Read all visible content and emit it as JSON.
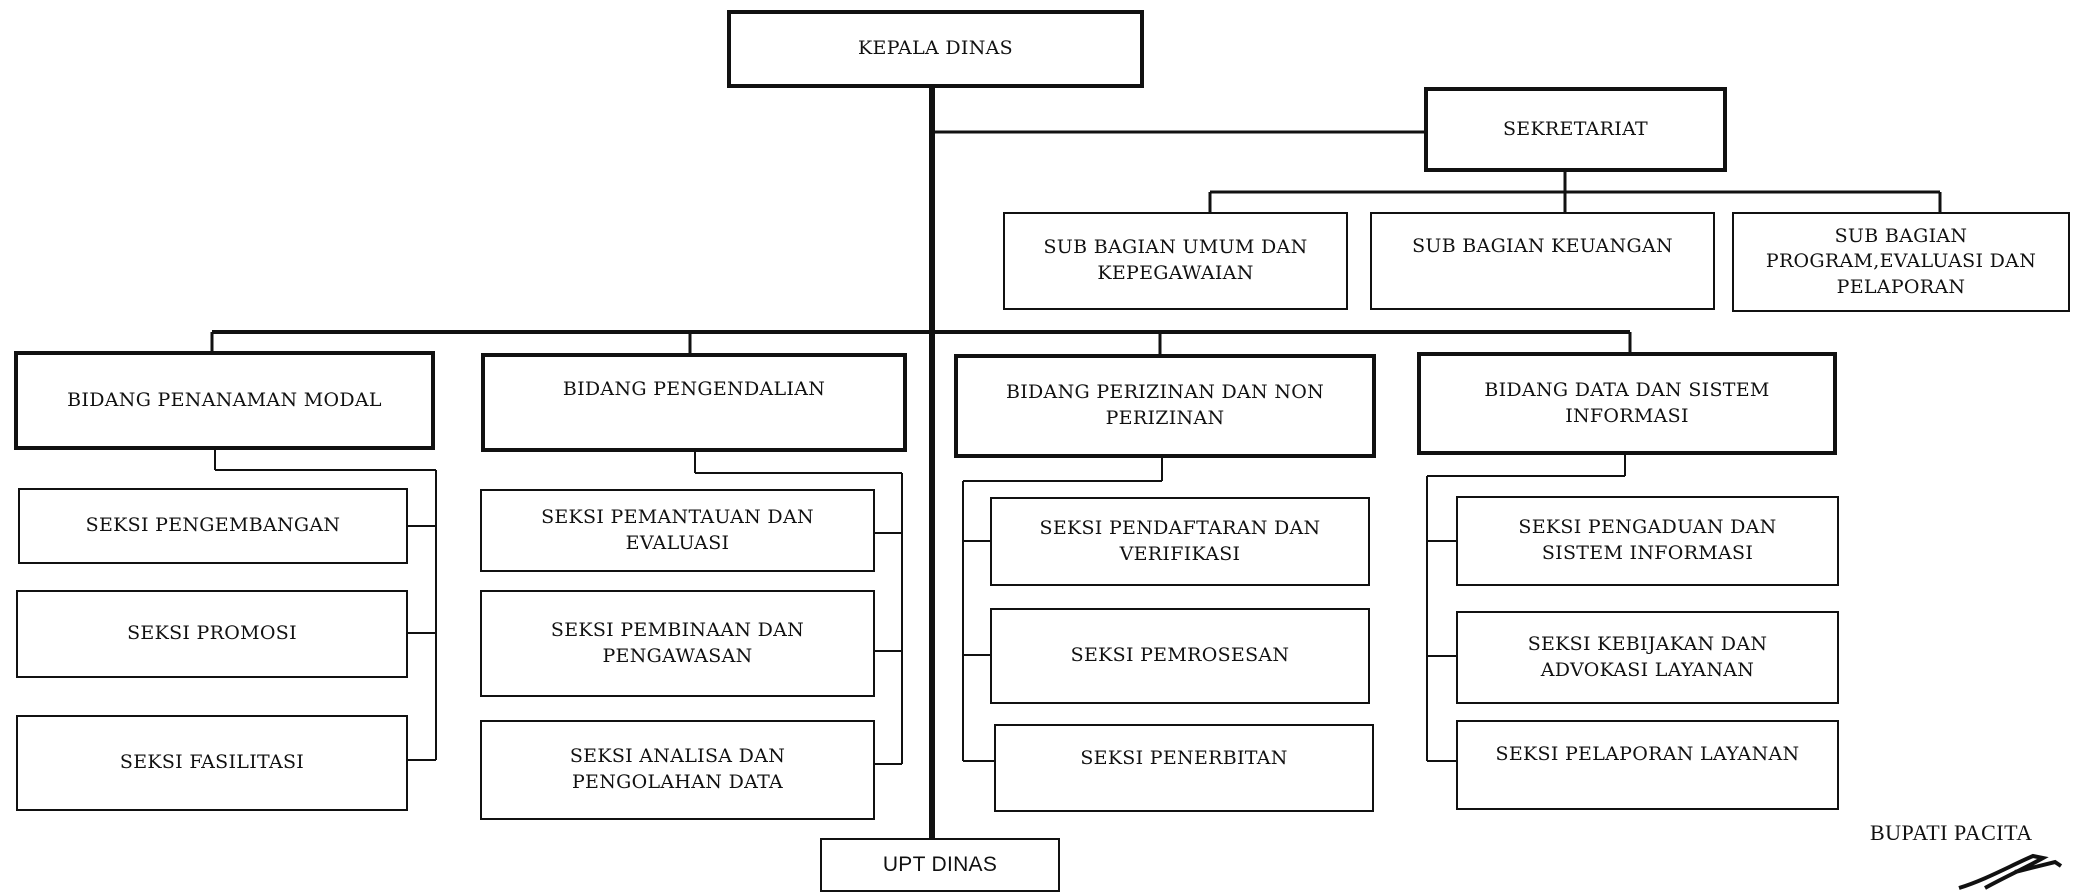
{
  "chart": {
    "head": "KEPALA DINAS",
    "secretariat": {
      "title": "SEKRETARIAT",
      "sub": [
        "SUB BAGIAN UMUM DAN\nKEPEGAWAIAN",
        "SUB BAGIAN KEUANGAN",
        "SUB BAGIAN\nPROGRAM,EVALUASI DAN\nPELAPORAN"
      ]
    },
    "bidang": [
      {
        "title": "BIDANG PENANAMAN MODAL",
        "seksi": [
          "SEKSI PENGEMBANGAN",
          "SEKSI PROMOSI",
          "SEKSI FASILITASI"
        ]
      },
      {
        "title": "BIDANG PENGENDALIAN",
        "seksi": [
          "SEKSI PEMANTAUAN DAN\nEVALUASI",
          "SEKSI PEMBINAAN DAN\nPENGAWASAN",
          "SEKSI ANALISA DAN\nPENGOLAHAN DATA"
        ]
      },
      {
        "title": "BIDANG PERIZINAN DAN NON\nPERIZINAN",
        "seksi": [
          "SEKSI PENDAFTARAN DAN\nVERIFIKASI",
          "SEKSI PEMROSESAN",
          "SEKSI PENERBITAN"
        ]
      },
      {
        "title": "BIDANG DATA DAN SISTEM\nINFORMASI",
        "seksi": [
          "SEKSI PENGADUAN DAN\nSISTEM INFORMASI",
          "SEKSI KEBIJAKAN DAN\nADVOKASI LAYANAN",
          "SEKSI PELAPORAN LAYANAN"
        ]
      }
    ],
    "upt": "UPT DINAS",
    "signature": "BUPATI PACITA"
  }
}
